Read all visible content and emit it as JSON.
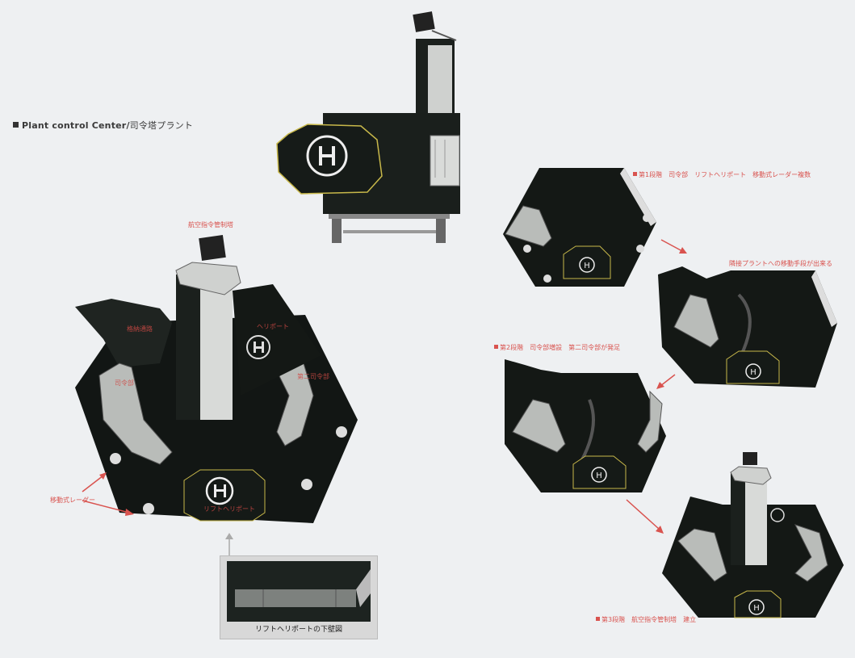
{
  "header": {
    "title_en": "Plant control Center",
    "title_sep": "/",
    "title_jp": "司令塔プラント"
  },
  "main_model": {
    "labels": {
      "tower": "航空指令管制塔",
      "passage": "格納通路",
      "heliport": "ヘリポート",
      "command_wing": "司令部",
      "right_wing": "第二司令部",
      "mobile_radar": "移動式レーダー",
      "lift_heliport": "リフトヘリポート"
    },
    "helipad_symbol": "H"
  },
  "inset": {
    "caption": "リフトヘリポートの下壁図"
  },
  "stages": [
    {
      "label": "第1段階　司令部　リフトヘリポート　移動式レーダー複数",
      "helipad_symbol": "H"
    },
    {
      "label": "隣接プラントへの移動手段が出来る",
      "helipad_symbol": "H"
    },
    {
      "label": "第2段階　司令部増設　第二司令部が発足",
      "helipad_symbol": "H"
    },
    {
      "label": "第3段階　航空指令管制塔　建立",
      "helipad_symbol": "H"
    }
  ],
  "colors": {
    "background": "#eef0f2",
    "model_dark": "#1b201d",
    "model_mid": "#3a403c",
    "model_light": "#c9cbc9",
    "annotation_red": "#d9534f",
    "helipad_edge": "#c8b84a"
  }
}
